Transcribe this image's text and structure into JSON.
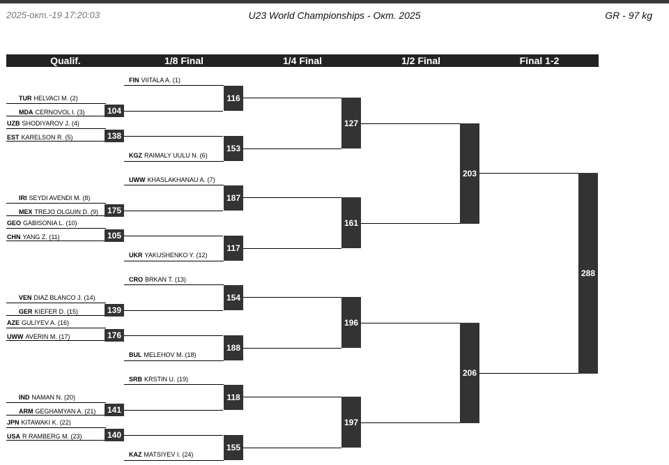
{
  "header": {
    "timestamp": "2025-окт.-19 17:20:03",
    "title": "U23 World Championships - Окт. 2025",
    "category": "GR - 97 kg"
  },
  "rounds": [
    "Qualif.",
    "1/8 Final",
    "1/4 Final",
    "1/2 Final",
    "Final 1-2"
  ],
  "wrestlers": [
    {
      "country": "FIN",
      "name": "VIITALA A. (1)"
    },
    {
      "country": "TUR",
      "name": "HELVACI M. (2)"
    },
    {
      "country": "MDA",
      "name": "CERNOVOL I. (3)"
    },
    {
      "country": "UZB",
      "name": "SHODIYAROV J. (4)"
    },
    {
      "country": "EST",
      "name": "KARELSON R. (5)"
    },
    {
      "country": "KGZ",
      "name": "RAIMALY UULU N. (6)"
    },
    {
      "country": "UWW",
      "name": "KHASLAKHANAU A. (7)"
    },
    {
      "country": "IRI",
      "name": "SEYDI AVENDI M. (8)"
    },
    {
      "country": "MEX",
      "name": "TREJO OLGUIN D. (9)"
    },
    {
      "country": "GEO",
      "name": "GABISONIA L. (10)"
    },
    {
      "country": "CHN",
      "name": "YANG Z. (11)"
    },
    {
      "country": "UKR",
      "name": "YAKUSHENKO Y. (12)"
    },
    {
      "country": "CRO",
      "name": "BRKAN T. (13)"
    },
    {
      "country": "VEN",
      "name": "DIAZ BLANCO J. (14)"
    },
    {
      "country": "GER",
      "name": "KIEFER D. (15)"
    },
    {
      "country": "AZE",
      "name": "GULIYEV A. (16)"
    },
    {
      "country": "UWW",
      "name": "AVERIN M. (17)"
    },
    {
      "country": "BUL",
      "name": "MELEHOV M. (18)"
    },
    {
      "country": "SRB",
      "name": "KRSTIN U. (19)"
    },
    {
      "country": "IND",
      "name": "NAMAN N. (20)"
    },
    {
      "country": "ARM",
      "name": "GEGHAMYAN A. (21)"
    },
    {
      "country": "JPN",
      "name": "KITAWAKI K. (22)"
    },
    {
      "country": "USA",
      "name": "R RAMBERG M. (23)"
    },
    {
      "country": "KAZ",
      "name": "MATSIYEV I. (24)"
    }
  ],
  "bouts": {
    "qualif": [
      "104",
      "138",
      "175",
      "105",
      "139",
      "176",
      "141",
      "140"
    ],
    "r16": [
      "116",
      "153",
      "187",
      "117",
      "154",
      "188",
      "118",
      "155"
    ],
    "qf": [
      "127",
      "161",
      "196",
      "197"
    ],
    "sf": [
      "203",
      "206"
    ],
    "final": [
      "288"
    ]
  }
}
